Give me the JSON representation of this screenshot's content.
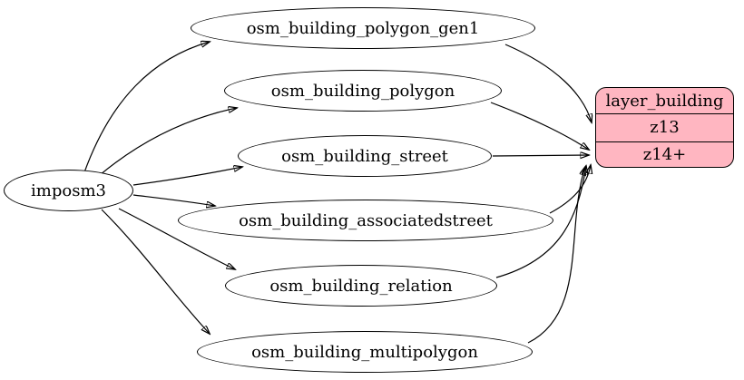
{
  "diagram": {
    "type": "directed-graph",
    "background_color": "#ffffff",
    "edge_color": "#000000",
    "table_node_fill": "#ffffff",
    "table_node_stroke": "#000000",
    "layer_node_fill": "#ffb6c1",
    "nodes": {
      "imposm3": {
        "label": "imposm3",
        "shape": "ellipse"
      },
      "osm_building_polygon_gen1": {
        "label": "osm_building_polygon_gen1",
        "shape": "ellipse"
      },
      "osm_building_polygon": {
        "label": "osm_building_polygon",
        "shape": "ellipse"
      },
      "osm_building_street": {
        "label": "osm_building_street",
        "shape": "ellipse"
      },
      "osm_building_associatedstreet": {
        "label": "osm_building_associatedstreet",
        "shape": "ellipse"
      },
      "osm_building_relation": {
        "label": "osm_building_relation",
        "shape": "ellipse"
      },
      "osm_building_multipolygon": {
        "label": "osm_building_multipolygon",
        "shape": "ellipse"
      },
      "layer_building": {
        "title": "layer_building",
        "shape": "record",
        "fill": "#ffb6c1",
        "rows": [
          "z13",
          "z14+"
        ]
      }
    },
    "edges": [
      {
        "from": "imposm3",
        "to": "osm_building_polygon_gen1"
      },
      {
        "from": "imposm3",
        "to": "osm_building_polygon"
      },
      {
        "from": "imposm3",
        "to": "osm_building_street"
      },
      {
        "from": "imposm3",
        "to": "osm_building_associatedstreet"
      },
      {
        "from": "imposm3",
        "to": "osm_building_relation"
      },
      {
        "from": "imposm3",
        "to": "osm_building_multipolygon"
      },
      {
        "from": "osm_building_polygon_gen1",
        "to": "layer_building:z13"
      },
      {
        "from": "osm_building_polygon",
        "to": "layer_building:z14+"
      },
      {
        "from": "osm_building_street",
        "to": "layer_building:z14+"
      },
      {
        "from": "osm_building_associatedstreet",
        "to": "layer_building:z14+"
      },
      {
        "from": "osm_building_relation",
        "to": "layer_building:z14+"
      },
      {
        "from": "osm_building_multipolygon",
        "to": "layer_building:z14+"
      }
    ]
  }
}
